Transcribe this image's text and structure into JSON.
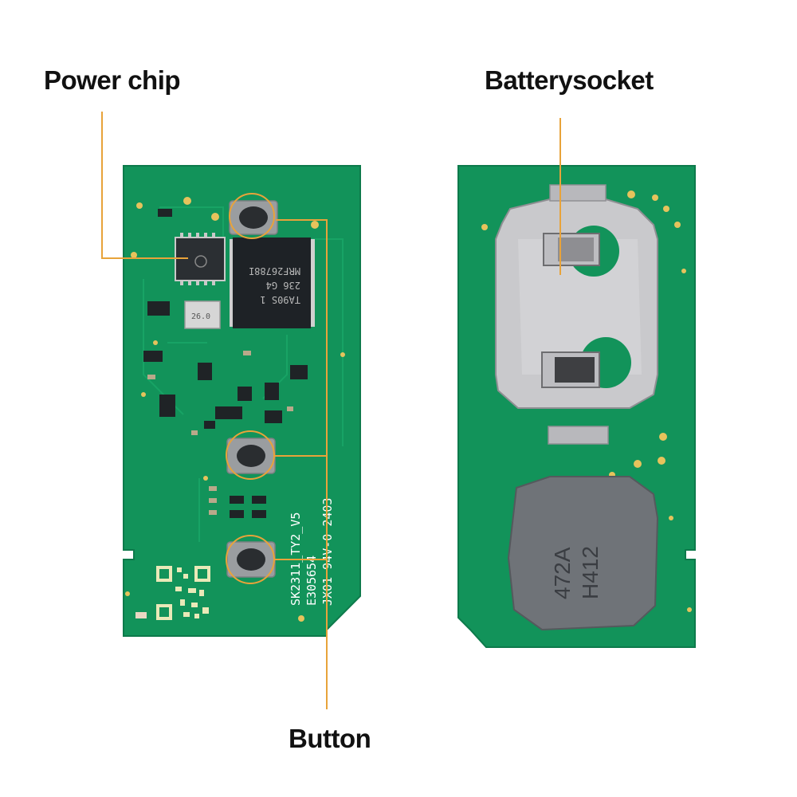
{
  "callouts": {
    "power_chip": "Power chip",
    "battery_socket": "Batterysocket",
    "button": "Button"
  },
  "pcb_front": {
    "silkscreen_line1": "SK2311_TY2_V5",
    "silkscreen_line2": "E305654",
    "silkscreen_line3": "JX01 94V-0 2403",
    "chip_text_line1": "TA90S 1",
    "chip_text_line2": "236 G4",
    "chip_text_line3": "MRF26788I",
    "crystal_text": "26.0"
  },
  "pcb_back": {
    "cover_text_line1": "472A",
    "cover_text_line2": "H412"
  },
  "colors": {
    "pcb_green": "#12935a",
    "callout_orange": "#e8a33a",
    "metal": "#c9c9cc",
    "cover_gray": "#6f7378"
  }
}
